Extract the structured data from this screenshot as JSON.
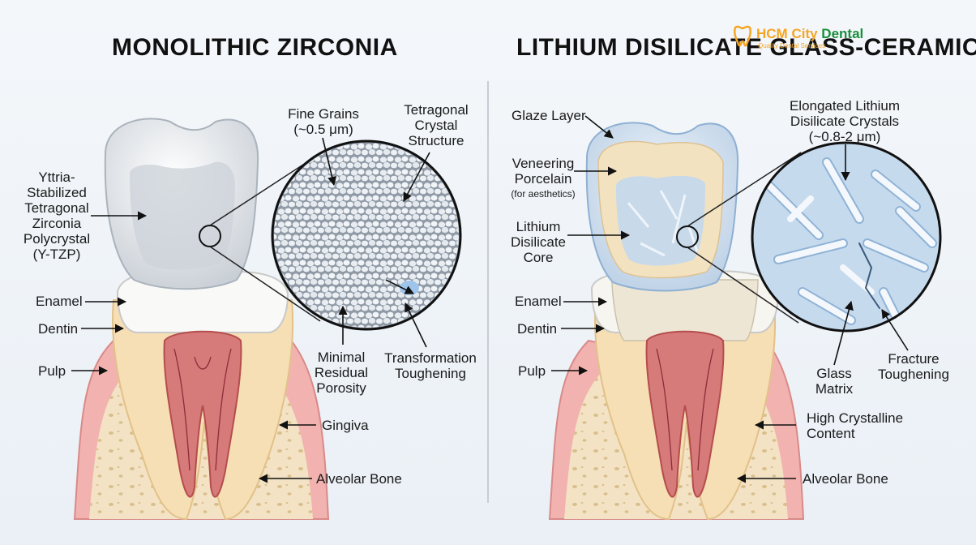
{
  "titles": {
    "left": "MONOLITHIC ZIRCONIA",
    "right": "LITHIUM DISILICATE GLASS-CERAMIC"
  },
  "logo": {
    "name_part1": "HCM City",
    "name_part2": "Dental",
    "tagline": "Quality Dental Services",
    "brand_colors": {
      "primary": "#f5a623",
      "secondary": "#1a8f3c"
    }
  },
  "left_labels": {
    "ytzp": [
      "Yttria-",
      "Stabilized",
      "Tetragonal",
      "Zirconia",
      "Polycrystal",
      "(Y-TZP)"
    ],
    "fine_grains": [
      "Fine Grains",
      "(~0.5 μm)"
    ],
    "tetragonal": [
      "Tetragonal",
      "Crystal",
      "Structure"
    ],
    "enamel": "Enamel",
    "dentin": "Dentin",
    "pulp": "Pulp",
    "porosity": [
      "Minimal",
      "Residual",
      "Porosity"
    ],
    "toughening": [
      "Transformation",
      "Toughening"
    ],
    "gingiva": "Gingiva",
    "alveolar": "Alveolar Bone"
  },
  "right_labels": {
    "glaze": "Glaze Layer",
    "veneering": [
      "Veneering",
      "Porcelain"
    ],
    "veneering_note": "(for aesthetics)",
    "core": [
      "Lithium",
      "Disilicate",
      "Core"
    ],
    "crystals": [
      "Elongated Lithium",
      "Disilicate Crystals",
      "(~0.8-2 μm)"
    ],
    "enamel": "Enamel",
    "dentin": "Dentin",
    "pulp": "Pulp",
    "glass": [
      "Glass",
      "Matrix"
    ],
    "fracture": [
      "Fracture",
      "Toughening"
    ],
    "crystalline": [
      "High Crystalline",
      "Content"
    ],
    "alveolar": "Alveolar Bone"
  }
}
